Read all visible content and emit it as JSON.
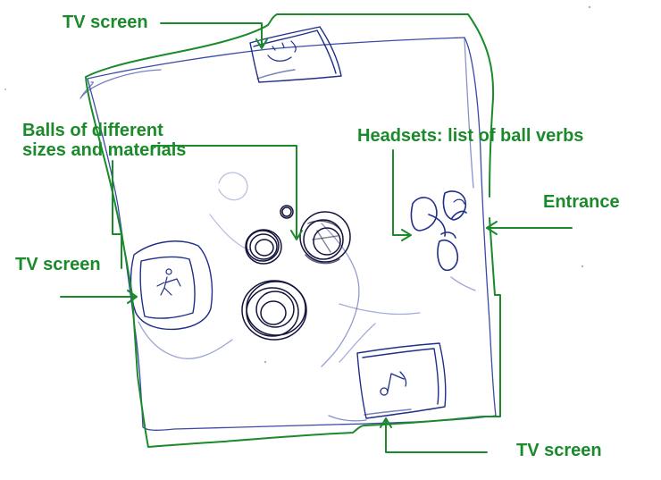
{
  "colors": {
    "ink": "#2a3a9a",
    "dark_ink": "#1a1a4a",
    "annotation": "#1a8a2a"
  },
  "labels": {
    "tv_top": "TV screen",
    "balls": "Balls of different\nsizes and materials",
    "headsets": "Headsets: list of ball verbs",
    "entrance": "Entrance",
    "tv_left": "TV screen",
    "tv_bottom": "TV screen"
  }
}
